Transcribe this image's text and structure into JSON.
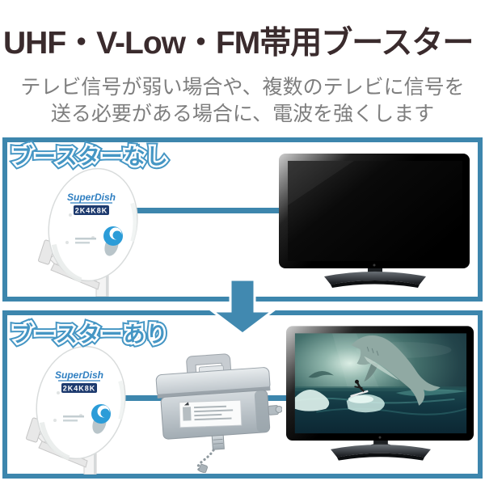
{
  "header": {
    "title": "UHF・V-Low・FM帯用ブースター",
    "subtitle_line1": "テレビ信号が弱い場合や、複数のテレビに信号を",
    "subtitle_line2": "送る必要がある場合に、電波を強くします"
  },
  "diagram": {
    "before": {
      "label": "ブースターなし"
    },
    "after": {
      "label": "ブースターあり"
    },
    "dish": {
      "brand": "SuperDish",
      "badge": "2K4K8K"
    },
    "colors": {
      "accent_teal": "#3d86ad",
      "label_blue": "#4596c4",
      "title_dark": "#3a2b2d",
      "subtitle_gray": "#7e7e7e",
      "booster_gray": "#c3cbd1"
    }
  }
}
